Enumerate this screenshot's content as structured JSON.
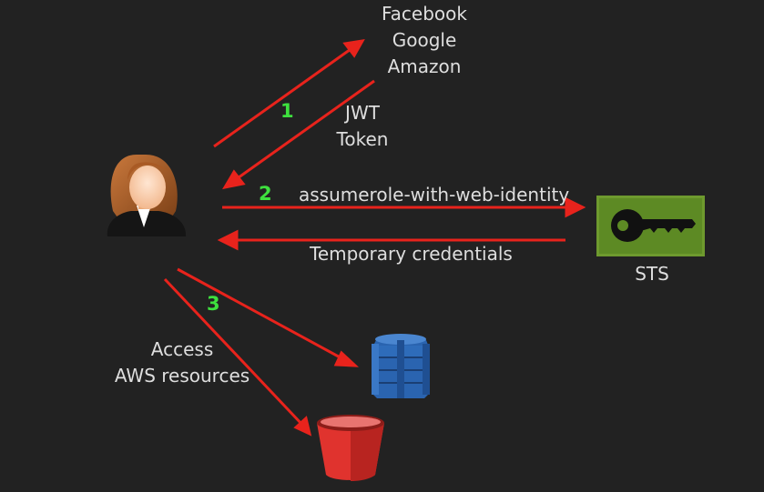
{
  "providers": [
    "Facebook",
    "Google",
    "Amazon"
  ],
  "jwt": [
    "JWT",
    "Token"
  ],
  "assume_role": "assumerole-with-web-identity",
  "temp_credentials": "Temporary credentials",
  "sts_label": "STS",
  "access": [
    "Access",
    "AWS resources"
  ],
  "steps": [
    "1",
    "2",
    "3"
  ],
  "colors": {
    "background": "#222222",
    "arrow": "#e8231c",
    "step_number": "#3ee03e",
    "text": "#dedede",
    "sts_tile": "#6e9a2e",
    "dynamodb": "#2a64b0",
    "s3_bucket": "#e0332e"
  },
  "icons": [
    "user-avatar-icon",
    "sts-key-icon",
    "dynamodb-icon",
    "s3-bucket-icon"
  ]
}
